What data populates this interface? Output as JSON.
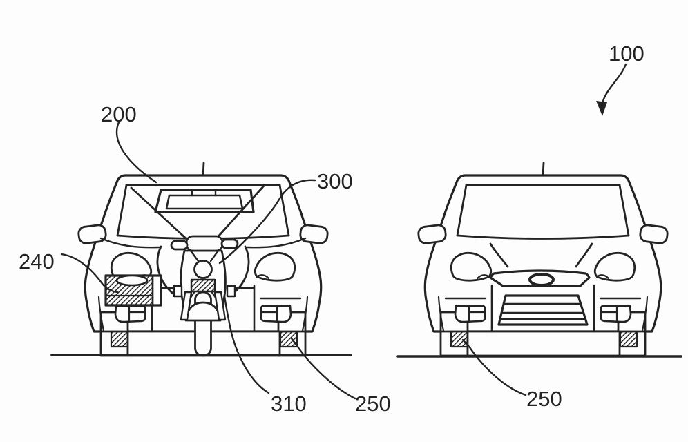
{
  "page": {
    "background": "#fdfdfd",
    "ink": "#232323"
  },
  "figure": {
    "kind": "patent line drawing",
    "description": "Two front views of a passenger car: left view shows a scooter docked into the front of the car with a hatched carrier box; right view shows the plain car front.",
    "views": [
      {
        "name": "vehicle-front-with-docked-scooter",
        "callouts": [
          "200",
          "240",
          "300",
          "310",
          "250"
        ]
      },
      {
        "name": "vehicle-front-plain",
        "callouts": [
          "100",
          "250"
        ]
      }
    ]
  },
  "labels": {
    "l100": {
      "text": "100"
    },
    "l200": {
      "text": "200"
    },
    "l240": {
      "text": "240"
    },
    "l300": {
      "text": "300"
    },
    "l310": {
      "text": "310"
    },
    "l250_left": {
      "text": "250"
    },
    "l250_right": {
      "text": "250"
    }
  }
}
